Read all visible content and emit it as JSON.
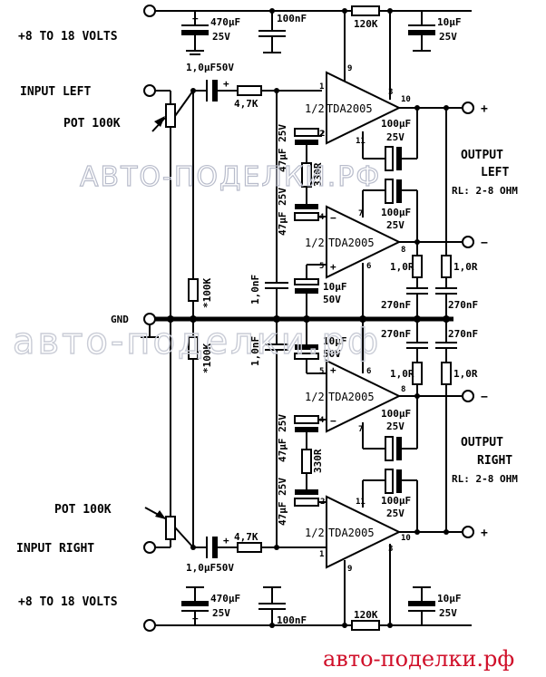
{
  "supply": {
    "top": "+8 TO 18 VOLTS",
    "bottom": "+8 TO 18 VOLTS"
  },
  "inputs": {
    "left": "INPUT LEFT",
    "right": "INPUT RIGHT"
  },
  "pots": {
    "left": "POT 100K",
    "right": "POT 100K"
  },
  "gnd": "GND",
  "outputs": {
    "left_title": "OUTPUT",
    "left_sub": "LEFT",
    "left_rl": "RL: 2-8 OHM",
    "right_title": "OUTPUT",
    "right_sub": "RIGHT",
    "right_rl": "RL: 2-8 OHM"
  },
  "ic": {
    "label": "TDA2005",
    "half": "1/2"
  },
  "components": {
    "c_470": "470µF",
    "v_25": "25V",
    "c_100n": "100nF",
    "r_120k": "120K",
    "c_10u": "10µF",
    "c_in": "1,0µF50V",
    "r_4k7": "4,7K",
    "c_100u": "100µF",
    "c_47u": "47µF 25V",
    "r_330": "330R",
    "r_1r": "1,0R",
    "c_270n": "270nF",
    "c_1n": "1,0nF",
    "c_10u50": "10µF",
    "v_50": "50V",
    "r_100k": "*100K"
  },
  "pins": {
    "p1": "1",
    "p2": "2",
    "p3": "3",
    "p4": "4",
    "p5": "5",
    "p6": "6",
    "p7": "7",
    "p8": "8",
    "p9": "9",
    "p10": "10",
    "p11": "11"
  },
  "symbols": {
    "plus": "+",
    "minus": "−"
  },
  "watermarks": {
    "w1": "АВТО-ПОДЕЛКИ.РФ",
    "w2": "авто-поделки.рф",
    "w3": "авто-поделки.рф"
  }
}
